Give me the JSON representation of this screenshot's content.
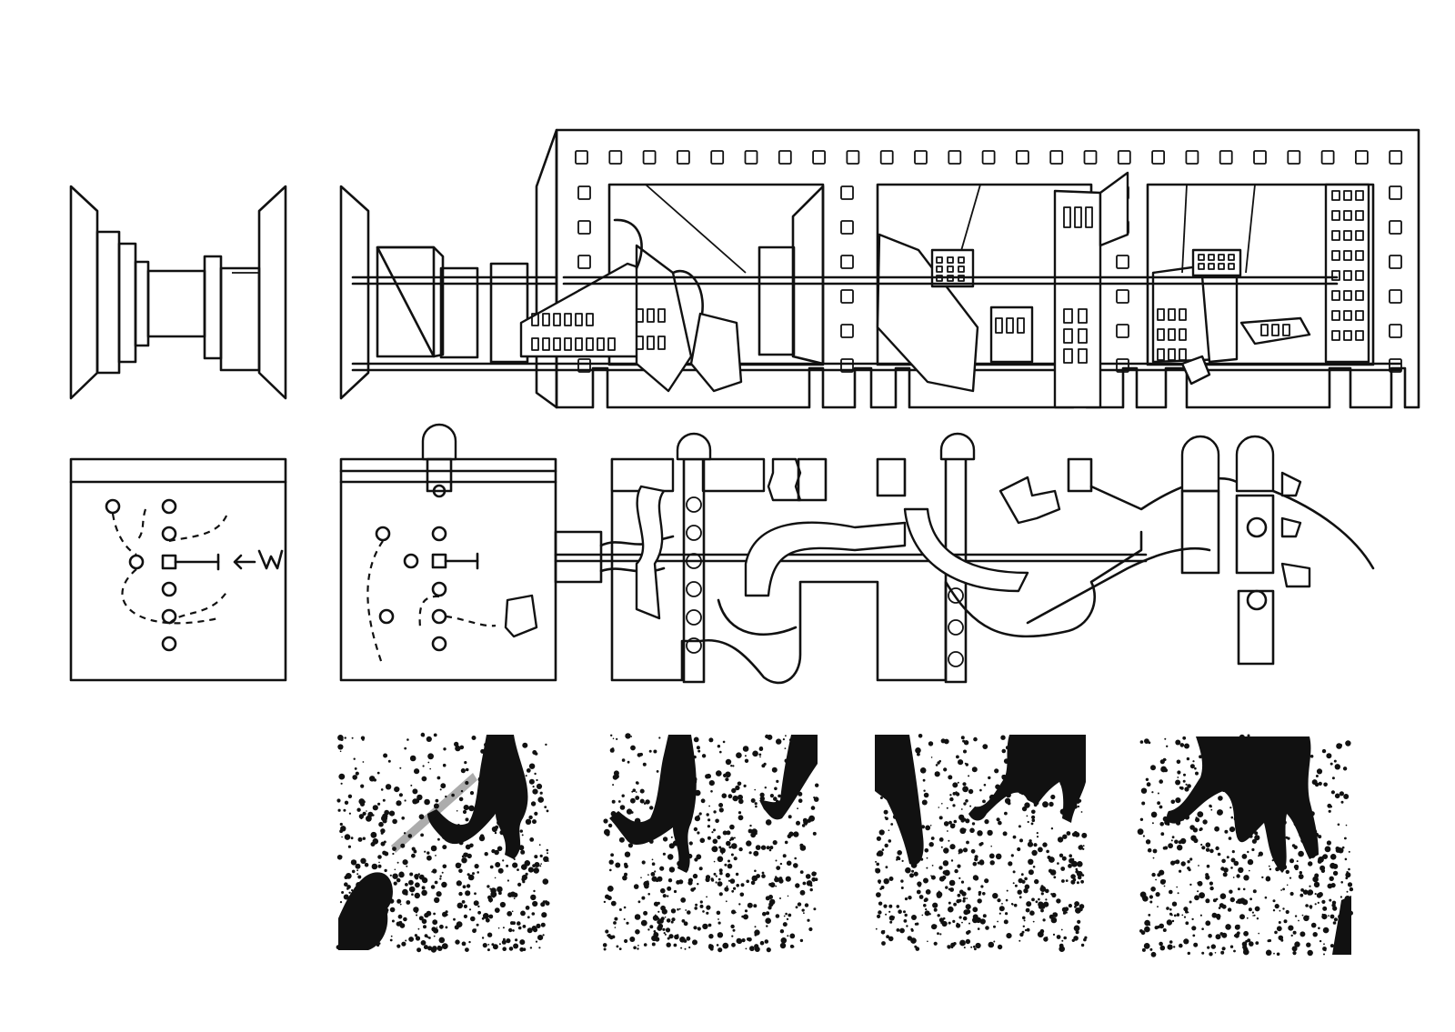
{
  "figure": {
    "rows": [
      "perspective-row",
      "play-diagram-row",
      "photo-sequence-row"
    ],
    "photo_frames": 4,
    "colors": {
      "ink": "#111111",
      "paper": "#ffffff"
    }
  }
}
